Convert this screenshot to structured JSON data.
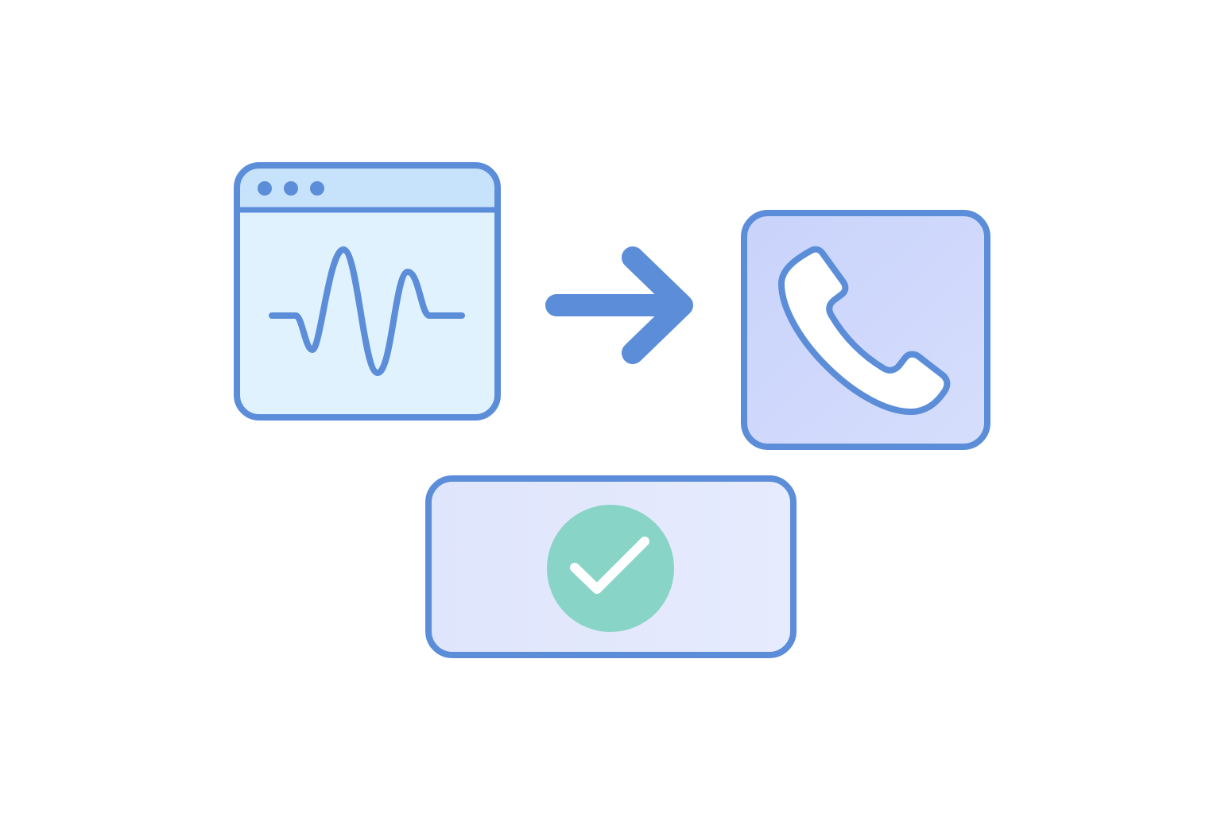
{
  "diagram": {
    "nodes": [
      {
        "id": "browser",
        "icon": "browser-window-icon",
        "content_icon": "audio-waveform-icon",
        "fill": "#e0f2fe",
        "header_fill": "#c7e2fb"
      },
      {
        "id": "phone",
        "icon": "phone-handset-icon",
        "fill": "#ccd6fb"
      },
      {
        "id": "success",
        "icon": "check-circle-icon",
        "fill": "#e2e8fc"
      }
    ],
    "edges": [
      {
        "from": "browser",
        "to": "phone",
        "icon": "arrow-right-icon"
      }
    ]
  },
  "colors": {
    "stroke": "#5b8dd9",
    "check_circle": "#88d4c6",
    "check_mark": "#ffffff",
    "background": "#ffffff"
  }
}
